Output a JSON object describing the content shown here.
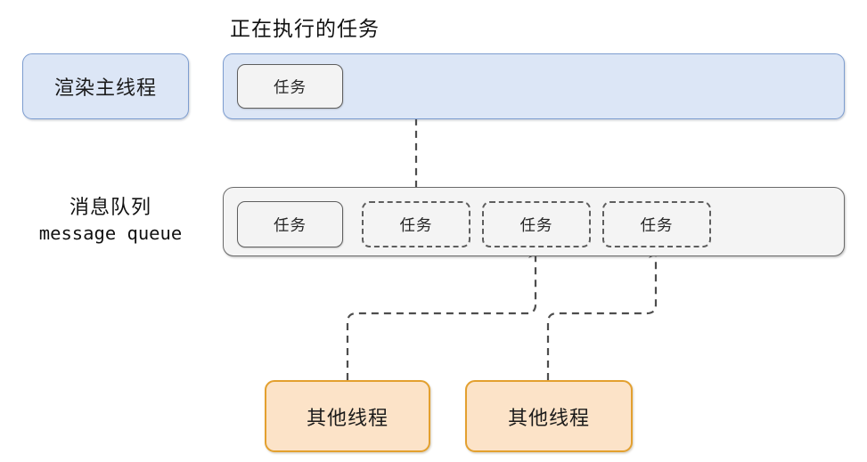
{
  "diagram": {
    "title_caption": "正在执行的任务",
    "main_thread": {
      "label": "渲染主线程"
    },
    "running_task": {
      "label": "任务"
    },
    "queue": {
      "label_cn": "消息队列",
      "label_en": "message queue",
      "tasks": [
        {
          "label": "任务",
          "state": "solid"
        },
        {
          "label": "任务",
          "state": "dashed"
        },
        {
          "label": "任务",
          "state": "dashed"
        },
        {
          "label": "任务",
          "state": "dashed"
        }
      ]
    },
    "workers": [
      {
        "label": "其他线程"
      },
      {
        "label": "其他线程"
      }
    ],
    "colors": {
      "thread_fill": "#dce6f6",
      "thread_stroke": "#7d9dd0",
      "queue_fill": "#f4f4f4",
      "queue_stroke": "#6b6b6b",
      "task_fill": "#f3f3f3",
      "task_stroke": "#5e5e5e",
      "worker_fill": "#fce3c8",
      "worker_stroke": "#e3a02f",
      "arrow": "#4d4d4d",
      "text": "#111111"
    }
  }
}
